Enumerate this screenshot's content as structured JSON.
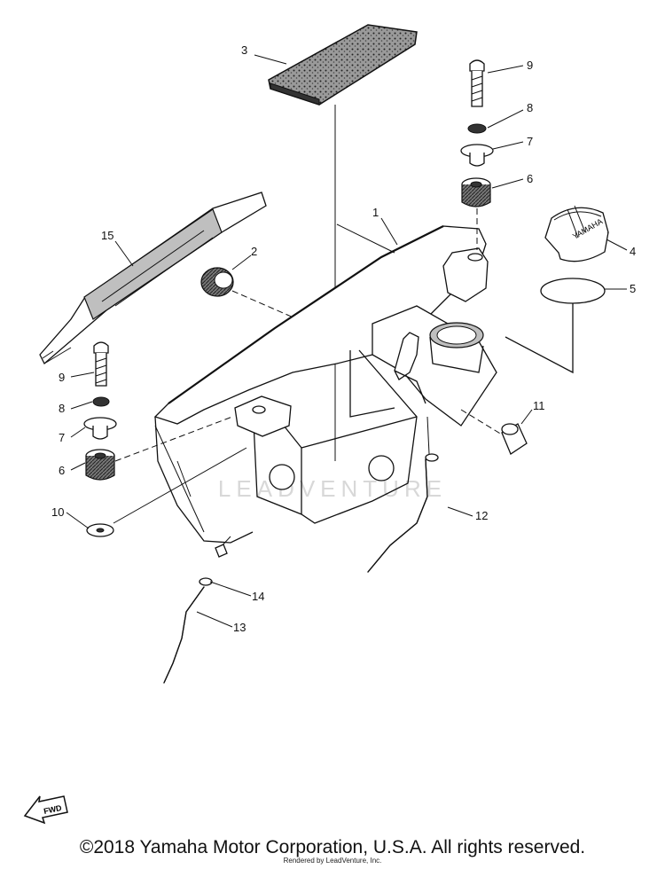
{
  "watermark": "LEADVENTURE",
  "copyright": "©2018 Yamaha Motor Corporation, U.S.A. All rights reserved.",
  "rendered_by": "Rendered by LeadVenture, Inc.",
  "fwd_label": "FWD",
  "cap_text": "YAMAHA",
  "callouts": {
    "c1": "1",
    "c2": "2",
    "c3": "3",
    "c4": "4",
    "c5": "5",
    "c6r": "6",
    "c7r": "7",
    "c8r": "8",
    "c9r": "9",
    "c6l": "6",
    "c7l": "7",
    "c8l": "8",
    "c9l": "9",
    "c10": "10",
    "c11": "11",
    "c12": "12",
    "c13": "13",
    "c14": "14",
    "c15": "15"
  }
}
